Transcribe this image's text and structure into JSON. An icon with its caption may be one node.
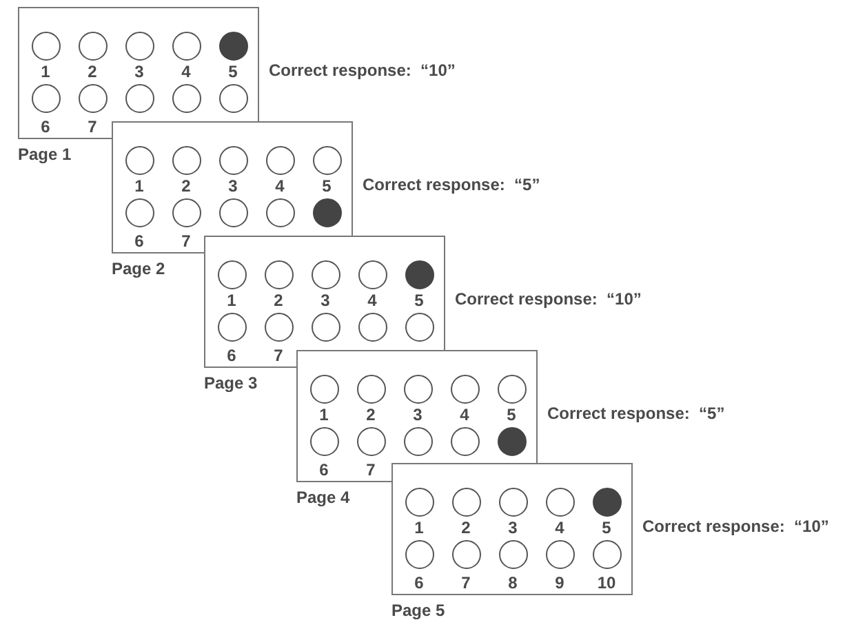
{
  "diagram": {
    "nodes": [
      {
        "text": [
          "Page 1"
        ],
        "beside": [
          "Correct response:  “10”"
        ]
      },
      {
        "text": [],
        "shape": "circle",
        "in": 0
      },
      {
        "text": [],
        "shape": "circle",
        "in": 0
      },
      {
        "text": [],
        "shape": "circle",
        "in": 0
      },
      {
        "text": [],
        "shape": "circle",
        "in": 0
      },
      {
        "text": [],
        "shape": "dot",
        "in": 0
      },
      {
        "text": [],
        "shape": "circle",
        "in": 0
      },
      {
        "text": [],
        "shape": "circle",
        "in": 0
      },
      {
        "text": [],
        "shape": "circle",
        "in": 0
      },
      {
        "text": [],
        "shape": "circle",
        "in": 0
      },
      {
        "text": [],
        "shape": "circle",
        "in": 0
      },
      {
        "text": [
          "Page 2"
        ],
        "beside": [
          "Correct response:  “5”"
        ]
      },
      {
        "text": [],
        "shape": "circle",
        "in": 11
      },
      {
        "text": [],
        "shape": "circle",
        "in": 11
      },
      {
        "text": [],
        "shape": "circle",
        "in": 11
      },
      {
        "text": [],
        "shape": "circle",
        "in": 11
      },
      {
        "text": [],
        "shape": "circle",
        "in": 11
      },
      {
        "text": [],
        "shape": "circle",
        "in": 11
      },
      {
        "text": [],
        "shape": "circle",
        "in": 11
      },
      {
        "text": [],
        "shape": "circle",
        "in": 11
      },
      {
        "text": [],
        "shape": "circle",
        "in": 11
      },
      {
        "text": [],
        "shape": "dot",
        "in": 11
      },
      {
        "text": [
          "Page 3"
        ],
        "beside": [
          "Correct response:  “10”"
        ]
      },
      {
        "text": [],
        "shape": "circle",
        "in": 22
      },
      {
        "text": [],
        "shape": "circle",
        "in": 22
      },
      {
        "text": [],
        "shape": "circle",
        "in": 22
      },
      {
        "text": [],
        "shape": "circle",
        "in": 22
      },
      {
        "text": [],
        "shape": "dot",
        "in": 22
      },
      {
        "text": [],
        "shape": "circle",
        "in": 22
      },
      {
        "text": [],
        "shape": "circle",
        "in": 22
      },
      {
        "text": [],
        "shape": "circle",
        "in": 22
      },
      {
        "text": [],
        "shape": "circle",
        "in": 22
      },
      {
        "text": [],
        "shape": "circle",
        "in": 22
      },
      {
        "text": [
          "Page 4"
        ],
        "beside": [
          "Correct response:  “5”"
        ]
      },
      {
        "text": [],
        "shape": "circle",
        "in": 33
      },
      {
        "text": [],
        "shape": "circle",
        "in": 33
      },
      {
        "text": [],
        "shape": "circle",
        "in": 33
      },
      {
        "text": [],
        "shape": "circle",
        "in": 33
      },
      {
        "text": [],
        "shape": "circle",
        "in": 33
      },
      {
        "text": [],
        "shape": "circle",
        "in": 33
      },
      {
        "text": [],
        "shape": "circle",
        "in": 33
      },
      {
        "text": [],
        "shape": "circle",
        "in": 33
      },
      {
        "text": [],
        "shape": "circle",
        "in": 33
      },
      {
        "text": [],
        "shape": "dot",
        "in": 33
      },
      {
        "text": [
          "Page 5"
        ],
        "beside": [
          "Correct response:  “10”"
        ]
      },
      {
        "text": [],
        "shape": "circle",
        "in": 44
      },
      {
        "text": [],
        "shape": "circle",
        "in": 44
      },
      {
        "text": [],
        "shape": "circle",
        "in": 44
      },
      {
        "text": [],
        "shape": "circle",
        "in": 44
      },
      {
        "text": [],
        "shape": "dot",
        "in": 44
      },
      {
        "text": [],
        "shape": "circle",
        "in": 44
      },
      {
        "text": [],
        "shape": "circle",
        "in": 44
      },
      {
        "text": [],
        "shape": "circle",
        "in": 44
      },
      {
        "text": [],
        "shape": "circle",
        "in": 44
      },
      {
        "text": [],
        "shape": "circle",
        "in": 44
      }
    ],
    "labels": [
      "1",
      "2",
      "3",
      "4",
      "5",
      "6",
      "7",
      "1",
      "2",
      "3",
      "4",
      "5",
      "6",
      "7",
      "1",
      "2",
      "3",
      "4",
      "5",
      "6",
      "7",
      "1",
      "2",
      "3",
      "4",
      "5",
      "6",
      "7",
      "1",
      "2",
      "3",
      "4",
      "5",
      "6",
      "7",
      "8",
      "9",
      "10"
    ]
  }
}
